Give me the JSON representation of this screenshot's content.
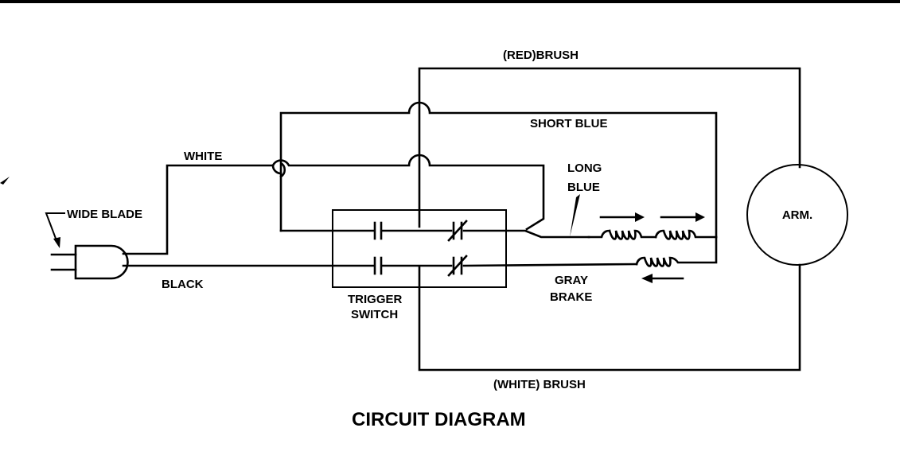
{
  "title": "CIRCUIT DIAGRAM",
  "colors": {
    "ink": "#000000",
    "paper": "#ffffff"
  },
  "labels": {
    "red_brush": "(RED)BRUSH",
    "short_blue": "SHORT BLUE",
    "white": "WHITE",
    "long_blue_1": "LONG",
    "long_blue_2": "BLUE",
    "wide_blade": "WIDE BLADE",
    "black": "BLACK",
    "trigger_1": "TRIGGER",
    "trigger_2": "SWITCH",
    "gray_1": "GRAY",
    "gray_2": "BRAKE",
    "armature": "ARM.",
    "white_brush": "(WHITE) BRUSH"
  },
  "components": [
    {
      "id": "plug",
      "type": "two-prong plug"
    },
    {
      "id": "trigger-switch",
      "type": "switch assembly",
      "contacts": [
        "normally-open",
        "normally-closed",
        "normally-open",
        "normally-closed"
      ]
    },
    {
      "id": "field-coil-1",
      "type": "inductor"
    },
    {
      "id": "field-coil-2",
      "type": "inductor"
    },
    {
      "id": "brake-coil",
      "type": "inductor"
    },
    {
      "id": "armature",
      "type": "motor armature"
    }
  ]
}
